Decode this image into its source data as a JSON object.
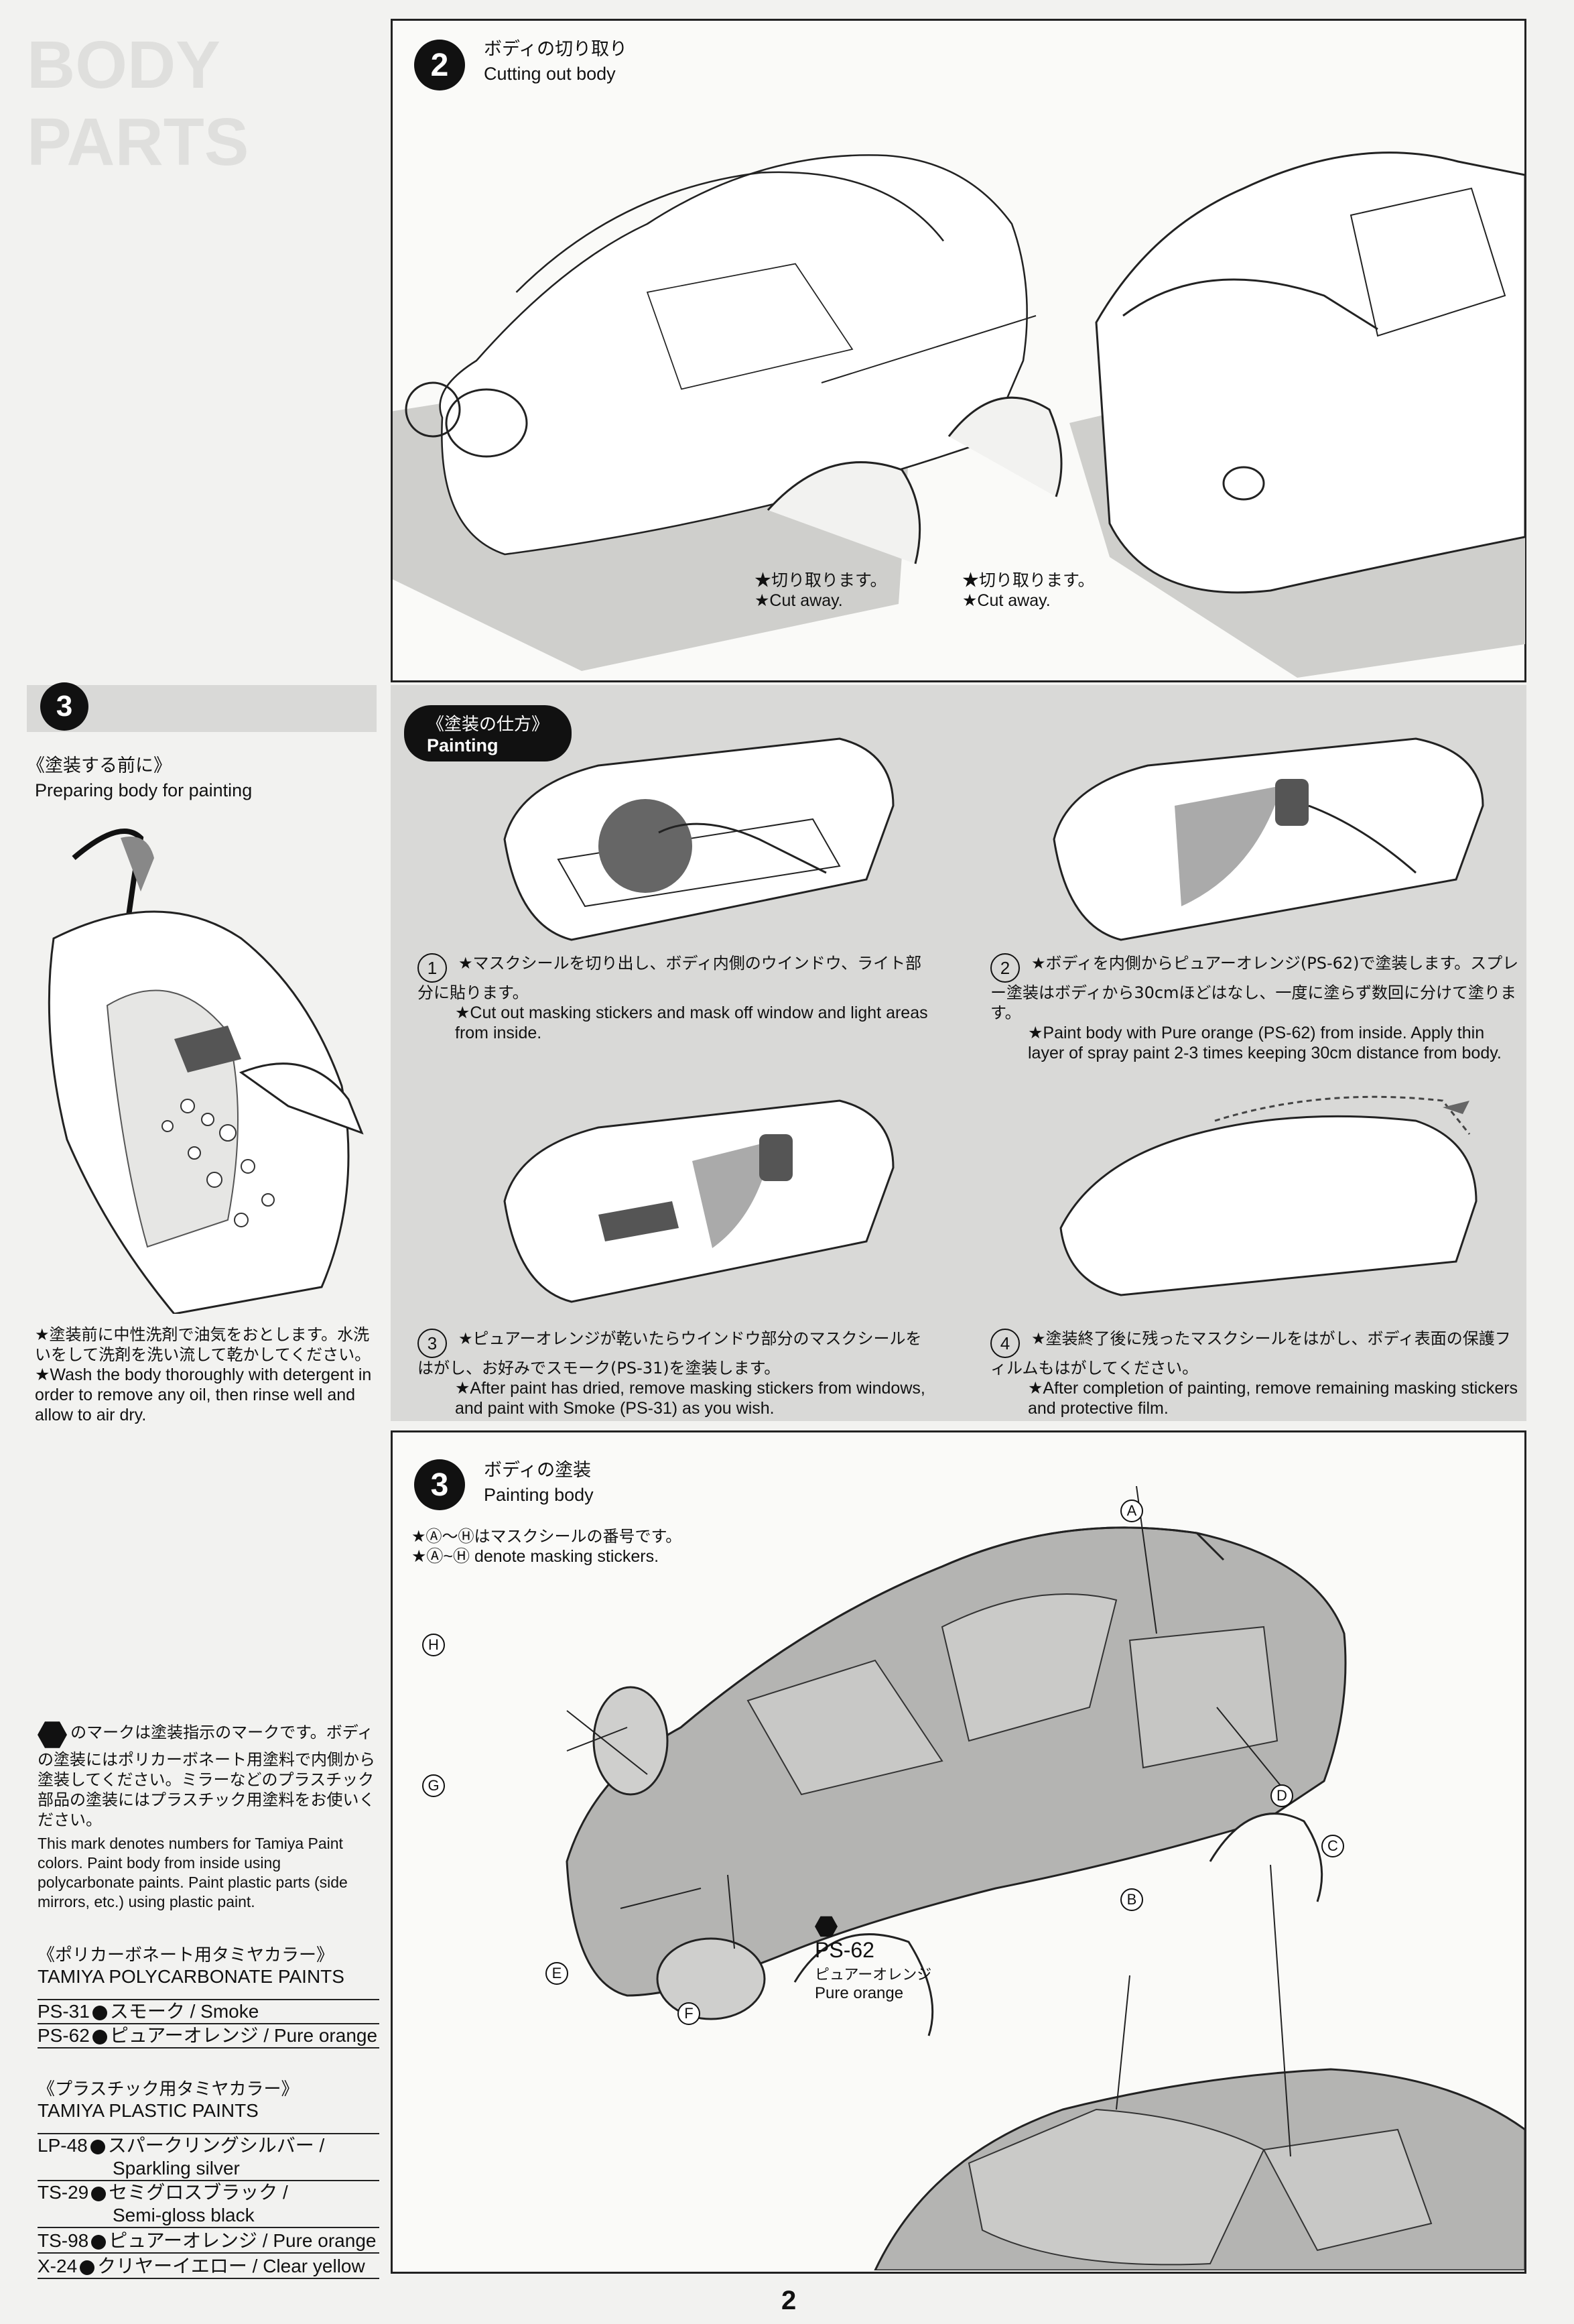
{
  "header_ghost": {
    "text": "BODY PARTS"
  },
  "step2": {
    "number": "2",
    "title_jp": "ボディの切り取り",
    "title_en": "Cutting out body",
    "note1_jp": "★切り取ります。",
    "note1_en": "★Cut away.",
    "note2_jp": "★切り取ります。",
    "note2_en": "★Cut away."
  },
  "step3_left": {
    "number": "3",
    "prep_jp": "《塗装する前に》",
    "prep_en": "Preparing body for painting",
    "wash_jp": "★塗装前に中性洗剤で油気をおとします。水洗いをして洗剤を洗い流して乾かしてください。",
    "wash_en": "★Wash the body thoroughly with detergent in order to remove any oil, then rinse well and allow to air dry."
  },
  "painting_box": {
    "label_jp": "《塗装の仕方》",
    "label_en": "Painting",
    "steps": [
      {
        "num": "1",
        "jp": "★マスクシールを切り出し、ボディ内側のウインドウ、ライト部分に貼ります。",
        "en": "★Cut out masking stickers and mask off window and light areas from inside."
      },
      {
        "num": "2",
        "jp": "★ボディを内側からピュアーオレンジ(PS-62)で塗装します。スプレー塗装はボディから30cmほどはなし、一度に塗らず数回に分けて塗ります。",
        "en": "★Paint body with Pure orange (PS-62) from inside. Apply thin layer of spray paint 2-3 times keeping 30cm distance from body."
      },
      {
        "num": "3",
        "jp": "★ピュアーオレンジが乾いたらウインドウ部分のマスクシールをはがし、お好みでスモーク(PS-31)を塗装します。",
        "en": "★After paint has dried, remove masking stickers from windows, and paint with Smoke (PS-31) as you wish."
      },
      {
        "num": "4",
        "jp": "★塗装終了後に残ったマスクシールをはがし、ボディ表面の保護フィルムもはがしてください。",
        "en": "★After completion of painting, remove remaining masking stickers and protective film."
      }
    ]
  },
  "step3_main": {
    "number": "3",
    "title_jp": "ボディの塗装",
    "title_en": "Painting body",
    "note_jp": "★Ⓐ〜Ⓗはマスクシールの番号です。",
    "note_en": "★Ⓐ~Ⓗ denote masking stickers.",
    "paint_code": "PS-62",
    "paint_jp": "ピュアーオレンジ",
    "paint_en": "Pure orange",
    "callouts": [
      "A",
      "B",
      "C",
      "D",
      "E",
      "F",
      "G",
      "H"
    ]
  },
  "mark_note": {
    "jp": "のマークは塗装指示のマークです。ボディの塗装にはポリカーボネート用塗料で内側から塗装してください。ミラーなどのプラスチック部品の塗装にはプラスチック用塗料をお使いください。",
    "en": "This mark denotes numbers for Tamiya Paint colors. Paint body from inside using polycarbonate paints. Paint plastic parts (side mirrors, etc.) using plastic paint."
  },
  "poly_paints": {
    "heading_jp": "《ポリカーボネート用タミヤカラー》",
    "heading_en": "TAMIYA POLYCARBONATE PAINTS",
    "rows": [
      {
        "code": "PS-31",
        "name": "スモーク / Smoke"
      },
      {
        "code": "PS-62",
        "name": "ピュアーオレンジ / Pure orange"
      }
    ]
  },
  "plastic_paints": {
    "heading_jp": "《プラスチック用タミヤカラー》",
    "heading_en": "TAMIYA PLASTIC PAINTS",
    "rows": [
      {
        "code": "LP-48",
        "name": "スパークリングシルバー /",
        "name2": "Sparkling silver"
      },
      {
        "code": "TS-29",
        "name": "セミグロスブラック /",
        "name2": "Semi-gloss black"
      },
      {
        "code": "TS-98",
        "name": "ピュアーオレンジ / Pure orange",
        "name2": ""
      },
      {
        "code": "X-24",
        "name": "クリヤーイエロー / Clear yellow",
        "name2": ""
      }
    ]
  },
  "page_number": "2",
  "colors": {
    "panel_gray": "#d9d9d7",
    "ink": "#111111",
    "paper": "#f2f2f0"
  }
}
